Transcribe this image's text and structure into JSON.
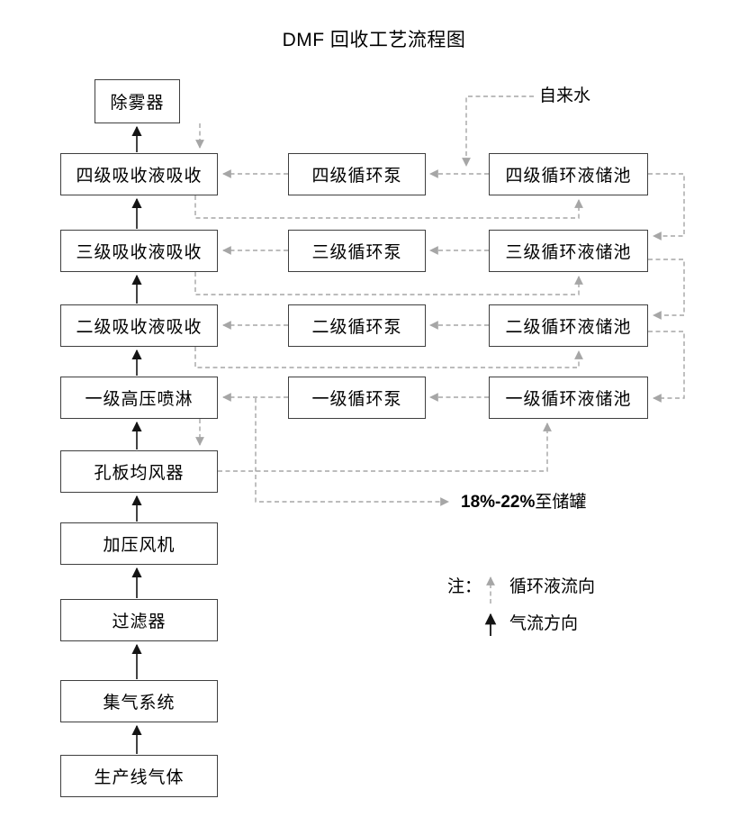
{
  "title": "DMF 回收工艺流程图",
  "diagram": {
    "gas_line": [
      {
        "id": "production-gas",
        "label": "生产线气体"
      },
      {
        "id": "gas-collection",
        "label": "集气系统"
      },
      {
        "id": "filter",
        "label": "过滤器"
      },
      {
        "id": "booster-fan",
        "label": "加压风机"
      },
      {
        "id": "orifice-air-distributor",
        "label": "孔板均风器"
      },
      {
        "id": "stage1-spray",
        "label": "一级高压喷淋"
      },
      {
        "id": "stage2-absorber",
        "label": "二级吸收液吸收"
      },
      {
        "id": "stage3-absorber",
        "label": "三级吸收液吸收"
      },
      {
        "id": "stage4-absorber",
        "label": "四级吸收液吸收"
      },
      {
        "id": "demister",
        "label": "除雾器"
      }
    ],
    "pumps": [
      {
        "id": "stage4-pump",
        "label": "四级循环泵"
      },
      {
        "id": "stage3-pump",
        "label": "三级循环泵"
      },
      {
        "id": "stage2-pump",
        "label": "二级循环泵"
      },
      {
        "id": "stage1-pump",
        "label": "一级循环泵"
      }
    ],
    "tanks": [
      {
        "id": "stage4-tank",
        "label": "四级循环液储池"
      },
      {
        "id": "stage3-tank",
        "label": "三级循环液储池"
      },
      {
        "id": "stage2-tank",
        "label": "二级循环液储池"
      },
      {
        "id": "stage1-tank",
        "label": "一级循环液储池"
      }
    ]
  },
  "annotations": {
    "tap_water": "自来水",
    "to_storage_value": "18%-22%",
    "to_storage_text": "至储罐"
  },
  "legend": {
    "note": "注：",
    "items": [
      {
        "label": "循环液流向",
        "line_style": "dashed",
        "color": "#a6a6a6"
      },
      {
        "label": "气流方向",
        "line_style": "solid",
        "color": "#000000"
      }
    ]
  },
  "colors": {
    "connector_gray": "#a6a6a6",
    "connector_black": "#141414",
    "box_border": "#3f3f3f",
    "background": "#ffffff"
  }
}
